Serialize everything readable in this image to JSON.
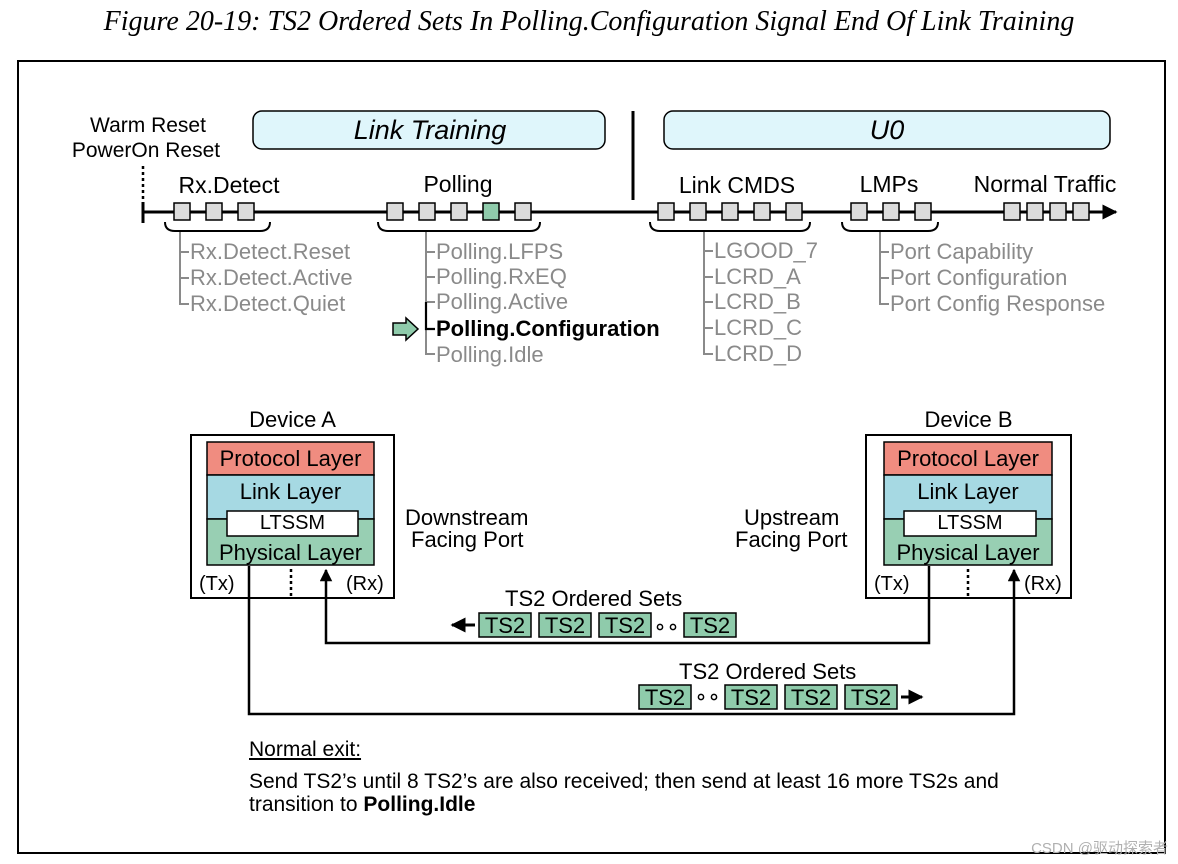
{
  "caption": "Figure 20-19: TS2 Ordered Sets In Polling.Configuration Signal End Of Link Training",
  "reset_labels": [
    "Warm Reset",
    "PowerOn Reset"
  ],
  "banners": {
    "link_training": "Link Training",
    "u0": "U0"
  },
  "stages": {
    "rx_detect": "Rx.Detect",
    "polling": "Polling",
    "link_cmds": "Link CMDS",
    "lmps": "LMPs",
    "normal_traffic": "Normal Traffic"
  },
  "substates": {
    "rx_detect": [
      "Rx.Detect.Reset",
      "Rx.Detect.Active",
      "Rx.Detect.Quiet"
    ],
    "polling": [
      "Polling.LFPS",
      "Polling.RxEQ",
      "Polling.Active",
      "Polling.Configuration",
      "Polling.Idle"
    ],
    "link_cmds": [
      "LGOOD_7",
      "LCRD_A",
      "LCRD_B",
      "LCRD_C",
      "LCRD_D"
    ],
    "lmps": [
      "Port Capability",
      "Port Configuration",
      "Port Config Response"
    ]
  },
  "current_state": "Polling.Configuration",
  "device_a": {
    "title": "Device A",
    "protocol": "Protocol Layer",
    "link": "Link Layer",
    "ltssm": "LTSSM",
    "physical": "Physical Layer",
    "tx": "(Tx)",
    "rx": "(Rx)",
    "port": [
      "Downstream",
      "Facing Port"
    ]
  },
  "device_b": {
    "title": "Device B",
    "protocol": "Protocol Layer",
    "link": "Link Layer",
    "ltssm": "LTSSM",
    "physical": "Physical Layer",
    "tx": "(Tx)",
    "rx": "(Rx)",
    "port": [
      "Upstream",
      "Facing Port"
    ]
  },
  "ts2": {
    "upper_label": "TS2 Ordered Sets",
    "lower_label": "TS2 Ordered Sets",
    "set": "TS2"
  },
  "note": {
    "title": "Normal exit:",
    "line1": "Send TS2’s until 8 TS2’s are also received; then send at least 16 more TS2s and",
    "line2_prefix": "transition to ",
    "line2_bold": "Polling.Idle"
  },
  "watermark": "CSDN @驱动探索者",
  "colors": {
    "banner_fill": "#dff6fb",
    "protocol": "#f08c80",
    "link": "#a6d9e3",
    "physical": "#98cfb3",
    "ts2_fill": "#8fcbab",
    "state_box": "#dcdcdc",
    "state_active": "#8fcbab",
    "substate_grey": "#8a8a8a"
  }
}
